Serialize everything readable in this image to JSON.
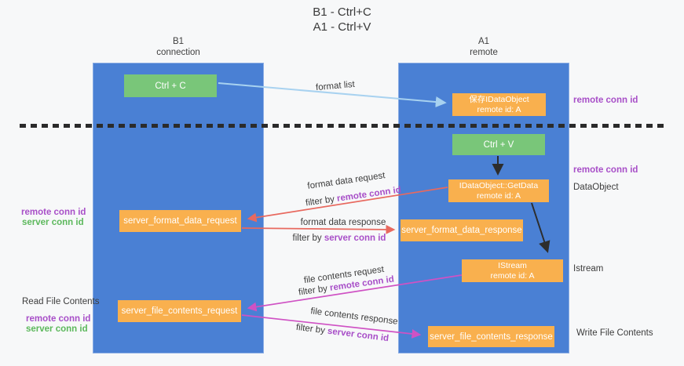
{
  "title": {
    "line1": "B1 - Ctrl+C",
    "line2": "A1 - Ctrl+V"
  },
  "columns": {
    "left": {
      "name": "B1",
      "role": "connection"
    },
    "right": {
      "name": "A1",
      "role": "remote"
    }
  },
  "boxes": {
    "ctrl_c": "Ctrl + C",
    "ctrl_v": "Ctrl + V",
    "save_dataobject": {
      "line1": "保存IDataObject",
      "line2": "remote id: A"
    },
    "getdata": {
      "line1": "IDataObject::GetData",
      "line2": "remote id: A"
    },
    "istream": {
      "line1": "IStream",
      "line2": "remote id: A"
    },
    "server_format_data_request": "server_format_data_request",
    "server_format_data_response": "server_format_data_response",
    "server_file_contents_request": "server_file_contents_request",
    "server_file_contents_response": "server_file_contents_response"
  },
  "flow_labels": {
    "format_list": "format list",
    "format_data_request": "format data request",
    "format_data_response": "format data response",
    "file_contents_request": "file contents request",
    "file_contents_response": "file contents response",
    "filter_by": "filter by",
    "remote_conn_id": "remote conn id",
    "server_conn_id": "server conn id"
  },
  "side_labels": {
    "remote_conn_id": "remote conn id",
    "server_conn_id": "server conn id",
    "read_file_contents": "Read File Contents",
    "write_file_contents": "Write File Contents",
    "dataobject": "DataObject",
    "istream": "Istream"
  },
  "colors": {
    "background": "#f7f8f9",
    "column_blue": "#4a80d4",
    "box_orange": "#f9b04e",
    "box_green": "#79c679",
    "arrow_blue": "#a8d2f0",
    "arrow_black": "#2d2d2d",
    "arrow_red": "#e8695f",
    "arrow_magenta": "#cf52c4",
    "purple": "#a84fc8",
    "green_label": "#5cb85c"
  }
}
